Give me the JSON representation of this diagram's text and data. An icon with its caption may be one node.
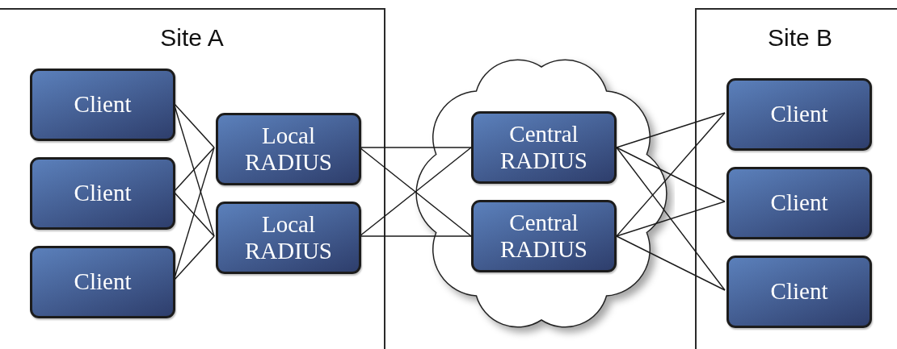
{
  "diagram": {
    "nodes": [
      {
        "text": [
          "Site A"
        ]
      },
      {
        "text": [
          "Client"
        ],
        "in": 0
      },
      {
        "text": [
          "Client"
        ],
        "in": 0
      },
      {
        "text": [
          "Client"
        ],
        "in": 0
      },
      {
        "text": [
          "Local RADIUS"
        ],
        "in": 0
      },
      {
        "text": [
          "Local RADIUS"
        ],
        "in": 0
      },
      {
        "text": [],
        "shape": "cloud"
      },
      {
        "text": [
          "Central RADIUS"
        ],
        "in": 6
      },
      {
        "text": [
          "Central RADIUS"
        ],
        "in": 6
      },
      {
        "text": [
          "Site B"
        ]
      },
      {
        "text": [
          "Client"
        ],
        "in": 9
      },
      {
        "text": [
          "Client"
        ],
        "in": 9
      },
      {
        "text": [
          "Client"
        ],
        "in": 9
      }
    ],
    "edges": [
      {
        "from": 1,
        "to": 4,
        "arrow": "none"
      },
      {
        "from": 1,
        "to": 5,
        "arrow": "none"
      },
      {
        "from": 2,
        "to": 4,
        "arrow": "none"
      },
      {
        "from": 2,
        "to": 5,
        "arrow": "none"
      },
      {
        "from": 3,
        "to": 4,
        "arrow": "none"
      },
      {
        "from": 3,
        "to": 5,
        "arrow": "none"
      },
      {
        "from": 4,
        "to": 7,
        "arrow": "none"
      },
      {
        "from": 4,
        "to": 8,
        "arrow": "none"
      },
      {
        "from": 5,
        "to": 7,
        "arrow": "none"
      },
      {
        "from": 5,
        "to": 8,
        "arrow": "none"
      },
      {
        "from": 7,
        "to": 10,
        "arrow": "none"
      },
      {
        "from": 7,
        "to": 11,
        "arrow": "none"
      },
      {
        "from": 7,
        "to": 12,
        "arrow": "none"
      },
      {
        "from": 8,
        "to": 10,
        "arrow": "none"
      },
      {
        "from": 8,
        "to": 11,
        "arrow": "none"
      },
      {
        "from": 8,
        "to": 12,
        "arrow": "none"
      }
    ]
  }
}
